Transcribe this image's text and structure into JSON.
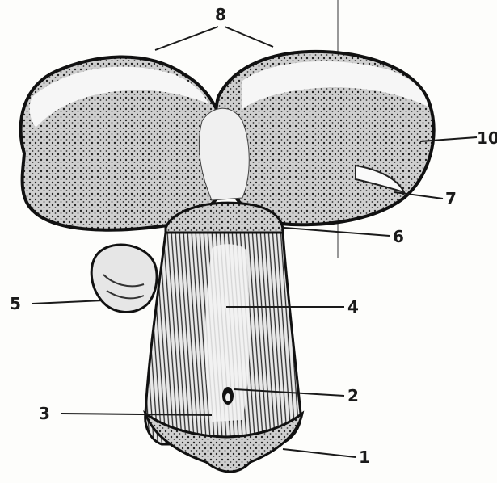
{
  "labels": {
    "l8": "8",
    "l10": "10",
    "l7": "7",
    "l6": "6",
    "l5": "5",
    "l4": "4",
    "l2": "2",
    "l3": "3",
    "l1": "1"
  }
}
